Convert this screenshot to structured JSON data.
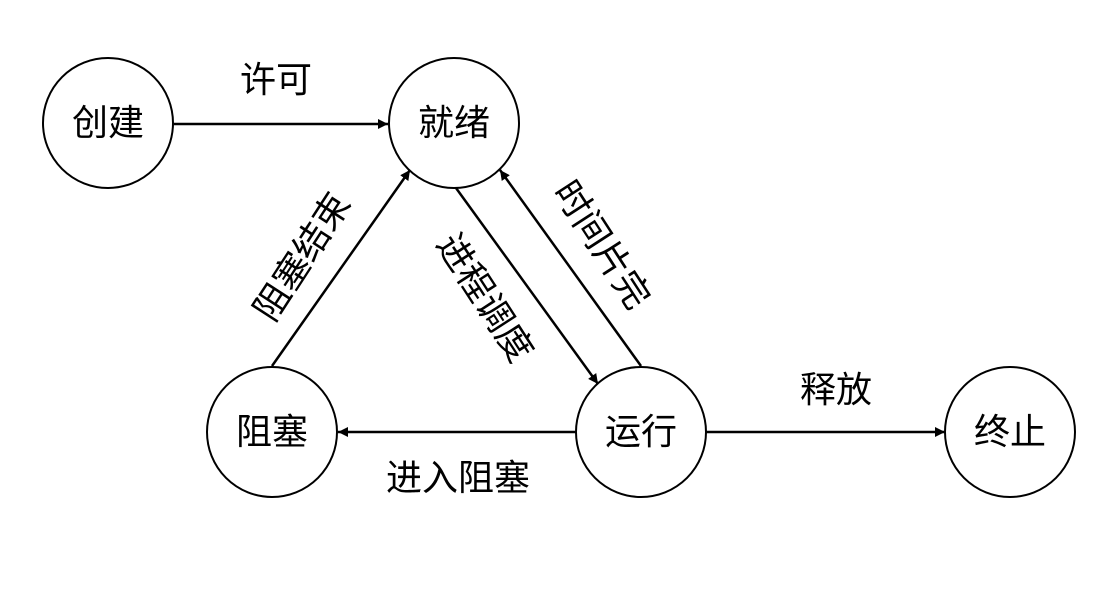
{
  "nodes": {
    "create": "创建",
    "ready": "就绪",
    "running": "运行",
    "blocked": "阻塞",
    "terminated": "终止"
  },
  "edges": {
    "admit": "许可",
    "dispatch": "进程调度",
    "timeout": "时间片完",
    "event_wait": "进入阻塞",
    "event_done": "阻塞结束",
    "release": "释放"
  },
  "colors": {
    "stroke": "#000000",
    "fill": "#ffffff",
    "text": "#000000"
  }
}
